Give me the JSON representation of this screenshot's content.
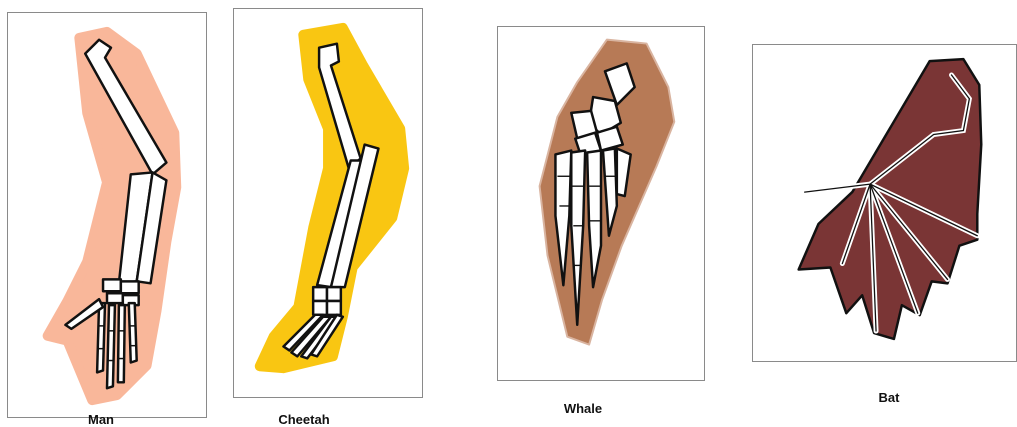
{
  "panels": [
    {
      "label": "Man",
      "fill": "#f9b79a",
      "name": "man-forelimb"
    },
    {
      "label": "Cheetah",
      "fill": "#f9c612",
      "name": "cheetah-forelimb"
    },
    {
      "label": "Whale",
      "fill": "#b77a56",
      "name": "whale-flipper"
    },
    {
      "label": "Bat",
      "fill": "#7a3535",
      "name": "bat-wing"
    }
  ],
  "colors": {
    "bone": "#ffffff",
    "outline": "#111111",
    "border": "#8a8a8a"
  }
}
